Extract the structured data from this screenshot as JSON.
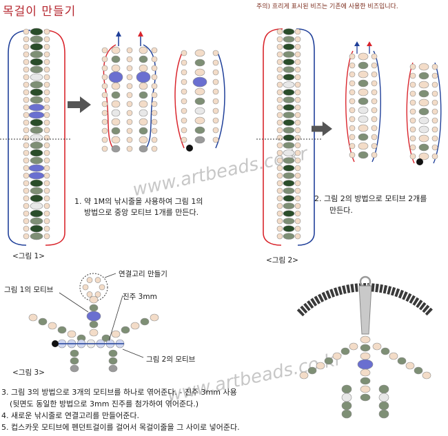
{
  "title": "목걸이 만들기",
  "notice": "주의) 흐리게 표시된 비즈는 기존에 사용한 비즈입니다.",
  "watermark": "www.artbeads.co.kr",
  "figures": {
    "fig1_caption": "<그림 1>",
    "fig2_caption": "<그림 2>",
    "fig3_caption": "<그림 3>"
  },
  "step1": [
    "1. 약 1M의 낚시줄을 사용하여 그림 1의",
    "방법으로 중앙 모티브 1개를 만든다."
  ],
  "step2": [
    "2. 그림 2의 방법으로 모티브 2개를",
    "만든다."
  ],
  "fig3_labels": {
    "ring": "연결고리 만들기",
    "motif1": "그림 1의 모티브",
    "pearl": "진주 3mm",
    "motif2": "그림 2의 모티브"
  },
  "steps_bottom": [
    "3. 그림 3의 방법으로 3개의 모티브를 하나로 엮어준다. - 진주 3mm 사용",
    "(뒷면도 동일한 방법으로 3mm 진주를 첨가하여 엮어준다.)",
    "4. 새로운 낚시줄로 연결고리를 만들어준다.",
    "5. 컵스카웃 모티브에 펜던트걸이를 걸어서 목걸이줄을 그 사이로 넣어준다."
  ],
  "colors": {
    "title": "#b5262e",
    "red_line": "#d9242b",
    "blue_line": "#1f3f99",
    "peach_bead": "#f3dcc8",
    "green_bead": "#7e8f75",
    "blue_bead": "#6a6fd0",
    "pearl": "#e8e8e8",
    "gray_bead": "#9a9a9a"
  },
  "icons": [
    "right-arrow-icon",
    "start-marker-icon"
  ]
}
